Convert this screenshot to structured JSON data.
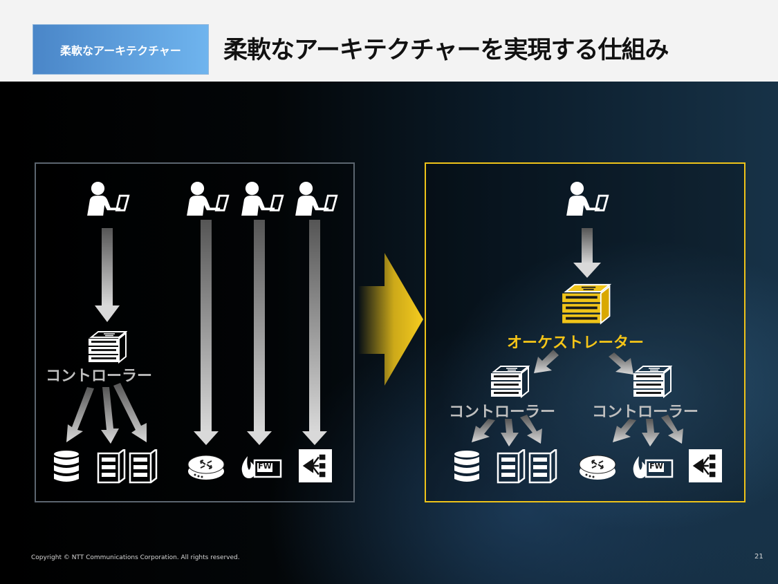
{
  "header": {
    "badge": "柔軟なアーキテクチャー",
    "title": "柔軟なアーキテクチャーを実現する仕組み"
  },
  "left_panel": {
    "controller_label": "コントローラー"
  },
  "right_panel": {
    "orchestrator_label": "オーケストレーター",
    "controller_label_left": "コントローラー",
    "controller_label_right": "コントローラー",
    "firewall_text": "FW"
  },
  "left_firewall_text": "FW",
  "footer": {
    "copyright": "Copyright © NTT Communications Corporation. All rights reserved.",
    "page_number": "21"
  },
  "colors": {
    "accent_yellow": "#f0c419",
    "badge_blue": "#5b9bdc",
    "box_border_gray": "#5c6670"
  }
}
